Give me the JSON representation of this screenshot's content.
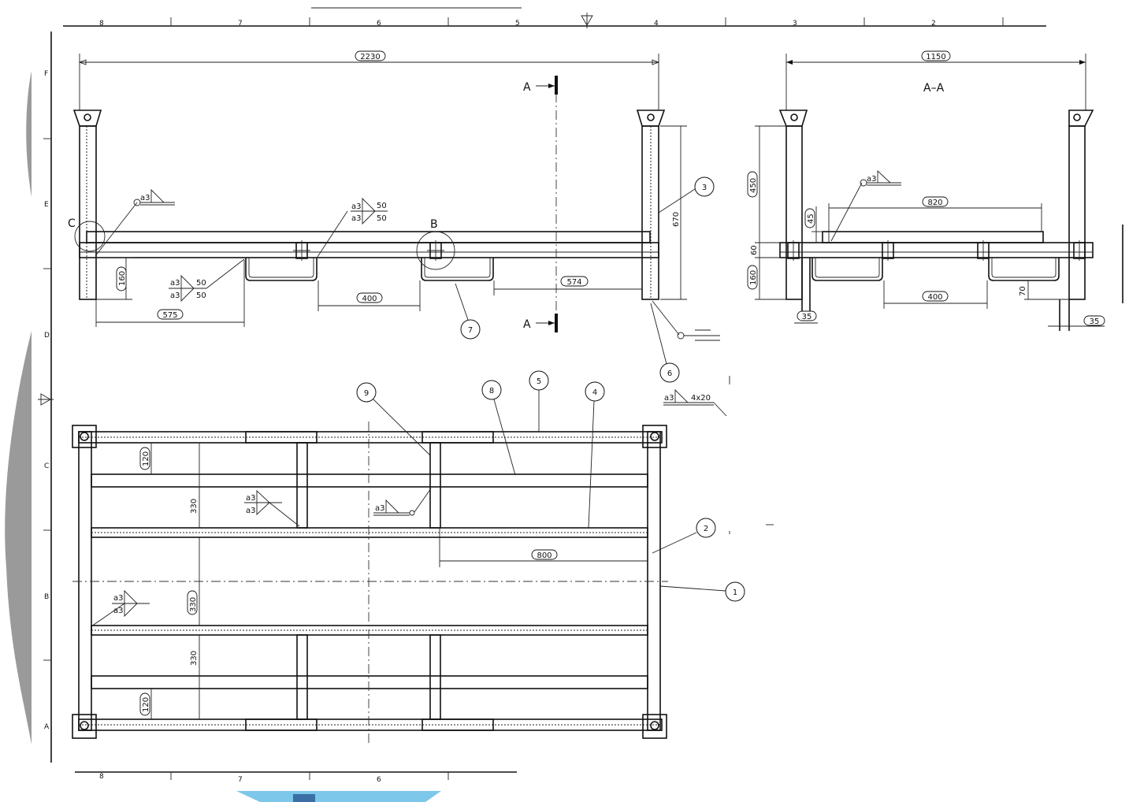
{
  "frame": {
    "top_zones": [
      "8",
      "7",
      "6",
      "5",
      "4",
      "3",
      "2"
    ],
    "bottom_zones": [
      "8",
      "7",
      "6"
    ],
    "side_zones": [
      "F",
      "E",
      "D",
      "C",
      "B",
      "A"
    ]
  },
  "front_view": {
    "dim_overall": "2230",
    "dim_height": "670",
    "dim_rail": "160",
    "dim_left": "575",
    "dim_gap": "400",
    "dim_right": "574",
    "section_mark": "A",
    "detail_c": "C",
    "detail_b": "B",
    "balloon_3": "3",
    "balloon_6": "6",
    "balloon_7": "7",
    "weld_a3": "a3",
    "weld_50": "50"
  },
  "section_view": {
    "title": "A–A",
    "dim_overall": "1150",
    "dim_450": "450",
    "dim_820": "820",
    "dim_45": "45",
    "dim_60": "60",
    "dim_160": "160",
    "dim_400": "400",
    "dim_70": "70",
    "dim_35_left": "35",
    "dim_35_right": "35"
  },
  "plan_view": {
    "balloon_1": "1",
    "balloon_2": "2",
    "balloon_4": "4",
    "balloon_5": "5",
    "balloon_8": "8",
    "balloon_9": "9",
    "dim_120_top": "120",
    "dim_330_a": "330",
    "dim_330_b": "330",
    "dim_330_c": "330",
    "dim_120_bottom": "120",
    "dim_800": "800",
    "weld_4x20": "4x20"
  }
}
